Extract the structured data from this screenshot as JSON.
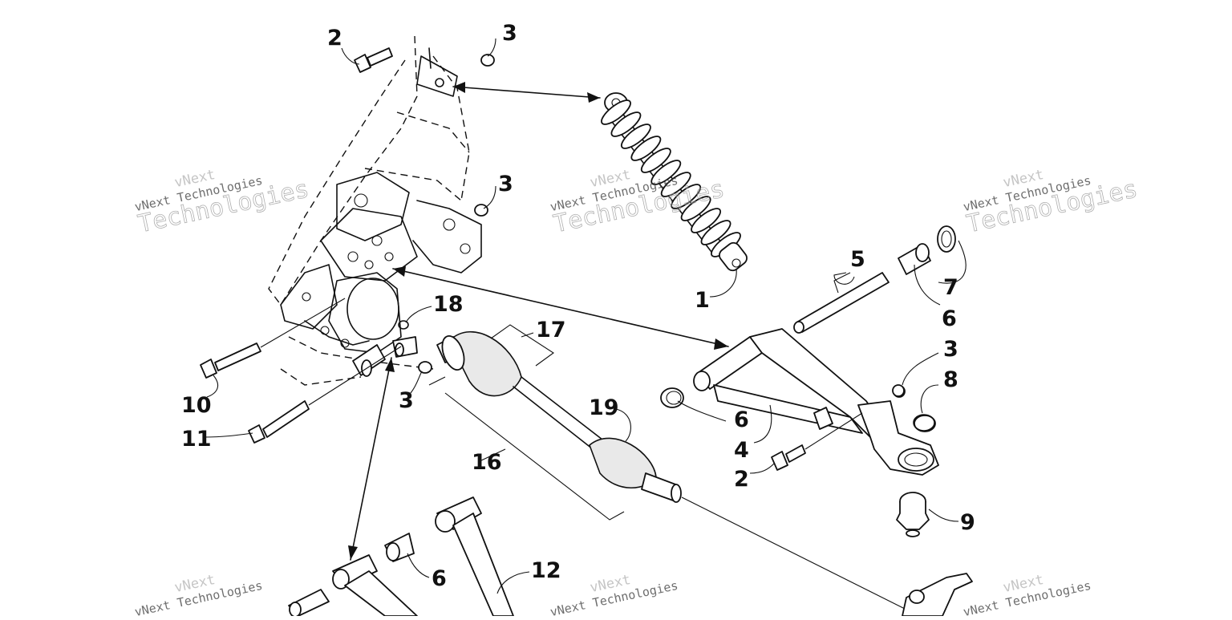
{
  "watermark": {
    "line1": "vNext",
    "line2": "vNext Technologies",
    "line3": "Technologies"
  },
  "callouts": [
    {
      "id": "c2a",
      "label": "2"
    },
    {
      "id": "c3a",
      "label": "3"
    },
    {
      "id": "c3b",
      "label": "3"
    },
    {
      "id": "c1",
      "label": "1"
    },
    {
      "id": "c5",
      "label": "5"
    },
    {
      "id": "c7",
      "label": "7"
    },
    {
      "id": "c6a",
      "label": "6"
    },
    {
      "id": "c18",
      "label": "18"
    },
    {
      "id": "c17",
      "label": "17"
    },
    {
      "id": "c3c",
      "label": "3"
    },
    {
      "id": "c8",
      "label": "8"
    },
    {
      "id": "c10",
      "label": "10"
    },
    {
      "id": "c3d",
      "label": "3"
    },
    {
      "id": "c6b",
      "label": "6"
    },
    {
      "id": "c11",
      "label": "11"
    },
    {
      "id": "c19",
      "label": "19"
    },
    {
      "id": "c4",
      "label": "4"
    },
    {
      "id": "c2b",
      "label": "2"
    },
    {
      "id": "c16",
      "label": "16"
    },
    {
      "id": "c9",
      "label": "9"
    },
    {
      "id": "c12",
      "label": "12"
    },
    {
      "id": "c6c",
      "label": "6"
    }
  ]
}
